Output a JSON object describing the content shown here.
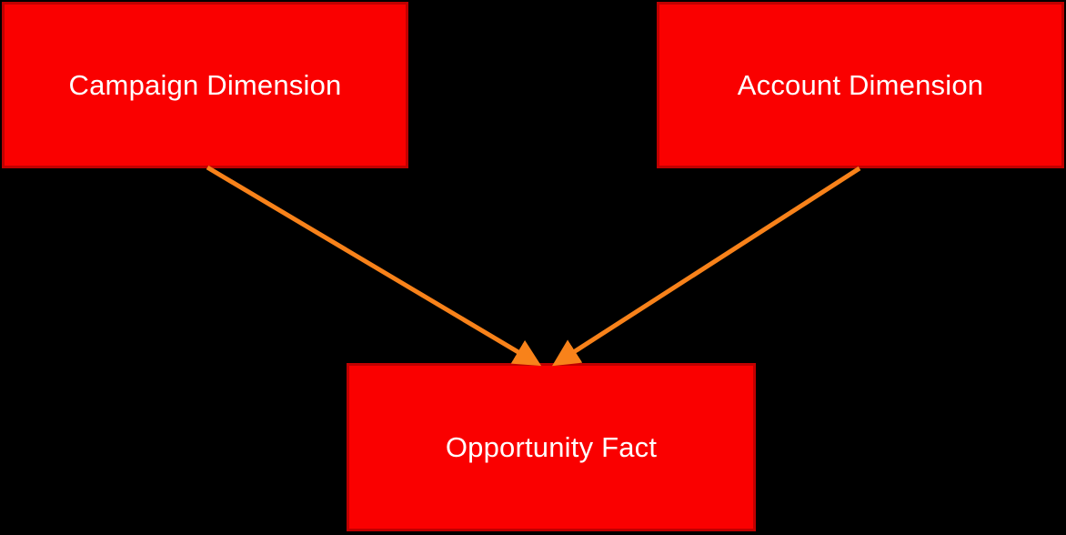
{
  "diagram": {
    "type": "entity-relationship-star-schema",
    "nodes": [
      {
        "id": "campaign-dimension",
        "label": "Campaign Dimension",
        "shape": "rectangle"
      },
      {
        "id": "account-dimension",
        "label": "Account Dimension",
        "shape": "rectangle"
      },
      {
        "id": "opportunity-fact",
        "label": "Opportunity Fact",
        "shape": "rectangle"
      }
    ],
    "edges": [
      {
        "from": "campaign-dimension",
        "to": "opportunity-fact",
        "style": "solid",
        "arrowhead": "triangle"
      },
      {
        "from": "account-dimension",
        "to": "opportunity-fact",
        "style": "solid",
        "arrowhead": "triangle"
      }
    ]
  },
  "colors": {
    "background": "#000000",
    "node-fill": "#FA0000",
    "node-border": "#C00000",
    "node-text": "#FFFFFF",
    "arrow-color": "#F8821A"
  }
}
